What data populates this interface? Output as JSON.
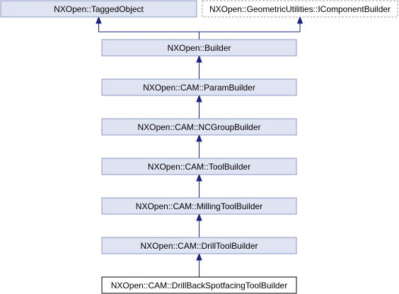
{
  "diagram": {
    "nodes": [
      {
        "id": "tagged-object",
        "label": "NXOpen::TaggedObject",
        "style": "normal"
      },
      {
        "id": "icomponent-builder",
        "label": "NXOpen::GeometricUtilities::IComponentBuilder",
        "style": "external"
      },
      {
        "id": "builder",
        "label": "NXOpen::Builder",
        "style": "normal"
      },
      {
        "id": "param-builder",
        "label": "NXOpen::CAM::ParamBuilder",
        "style": "normal"
      },
      {
        "id": "ncgroup-builder",
        "label": "NXOpen::CAM::NCGroupBuilder",
        "style": "normal"
      },
      {
        "id": "tool-builder",
        "label": "NXOpen::CAM::ToolBuilder",
        "style": "normal"
      },
      {
        "id": "milling-tool-builder",
        "label": "NXOpen::CAM::MillingToolBuilder",
        "style": "normal"
      },
      {
        "id": "drill-tool-builder",
        "label": "NXOpen::CAM::DrillToolBuilder",
        "style": "normal"
      },
      {
        "id": "drill-back-spotfacing-tool-builder",
        "label": "NXOpen::CAM::DrillBackSpotfacingToolBuilder",
        "style": "current"
      }
    ],
    "edges": [
      {
        "from": "builder",
        "to": "tagged-object"
      },
      {
        "from": "builder",
        "to": "icomponent-builder"
      },
      {
        "from": "param-builder",
        "to": "builder"
      },
      {
        "from": "ncgroup-builder",
        "to": "param-builder"
      },
      {
        "from": "tool-builder",
        "to": "ncgroup-builder"
      },
      {
        "from": "milling-tool-builder",
        "to": "tool-builder"
      },
      {
        "from": "drill-tool-builder",
        "to": "milling-tool-builder"
      },
      {
        "from": "drill-back-spotfacing-tool-builder",
        "to": "drill-tool-builder"
      }
    ],
    "colors": {
      "node_fill": "#dfe4f2",
      "node_border": "#8a97c4",
      "edge": "#1a237e",
      "external_border": "#a0a0a0",
      "current_border": "#000000"
    }
  }
}
